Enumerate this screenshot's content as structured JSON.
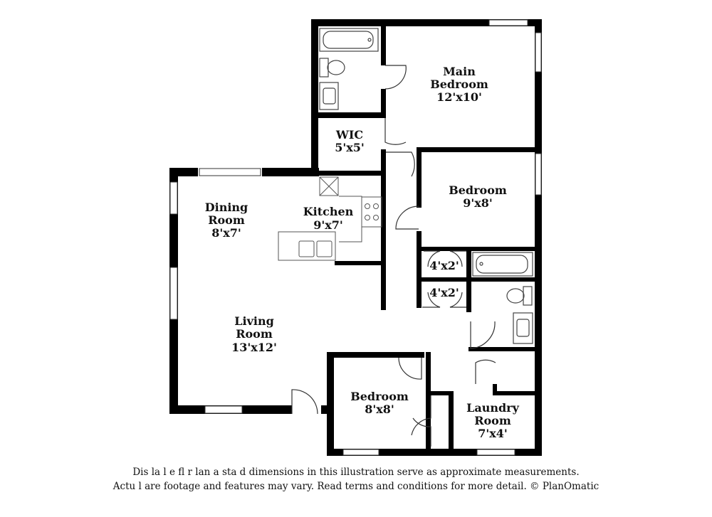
{
  "rooms": {
    "main_bedroom": {
      "line1": "Main",
      "line2": "Bedroom",
      "dims": "12'x10'"
    },
    "wic": {
      "name": "WIC",
      "dims": "5'x5'"
    },
    "bedroom_right": {
      "name": "Bedroom",
      "dims": "9'x8'"
    },
    "dining": {
      "line1": "Dining",
      "line2": "Room",
      "dims": "8'x7'"
    },
    "kitchen": {
      "name": "Kitchen",
      "dims": "9'x7'"
    },
    "closet_upper": {
      "dims": "4'x2'"
    },
    "closet_lower": {
      "dims": "4'x2'"
    },
    "living": {
      "line1": "Living",
      "line2": "Room",
      "dims": "13'x12'"
    },
    "bedroom_bottom": {
      "name": "Bedroom",
      "dims": "8'x8'"
    },
    "laundry": {
      "line1": "Laundry",
      "line2": "Room",
      "dims": "7'x4'"
    }
  },
  "disclaimer": {
    "line1": "Dis la     l e fl   r  lan a   sta  d dimensions in this illustration serve as approximate measurements.",
    "line2": "Actu l   are footage and features may vary. Read terms and conditions for more detail. © PlanOmatic"
  }
}
